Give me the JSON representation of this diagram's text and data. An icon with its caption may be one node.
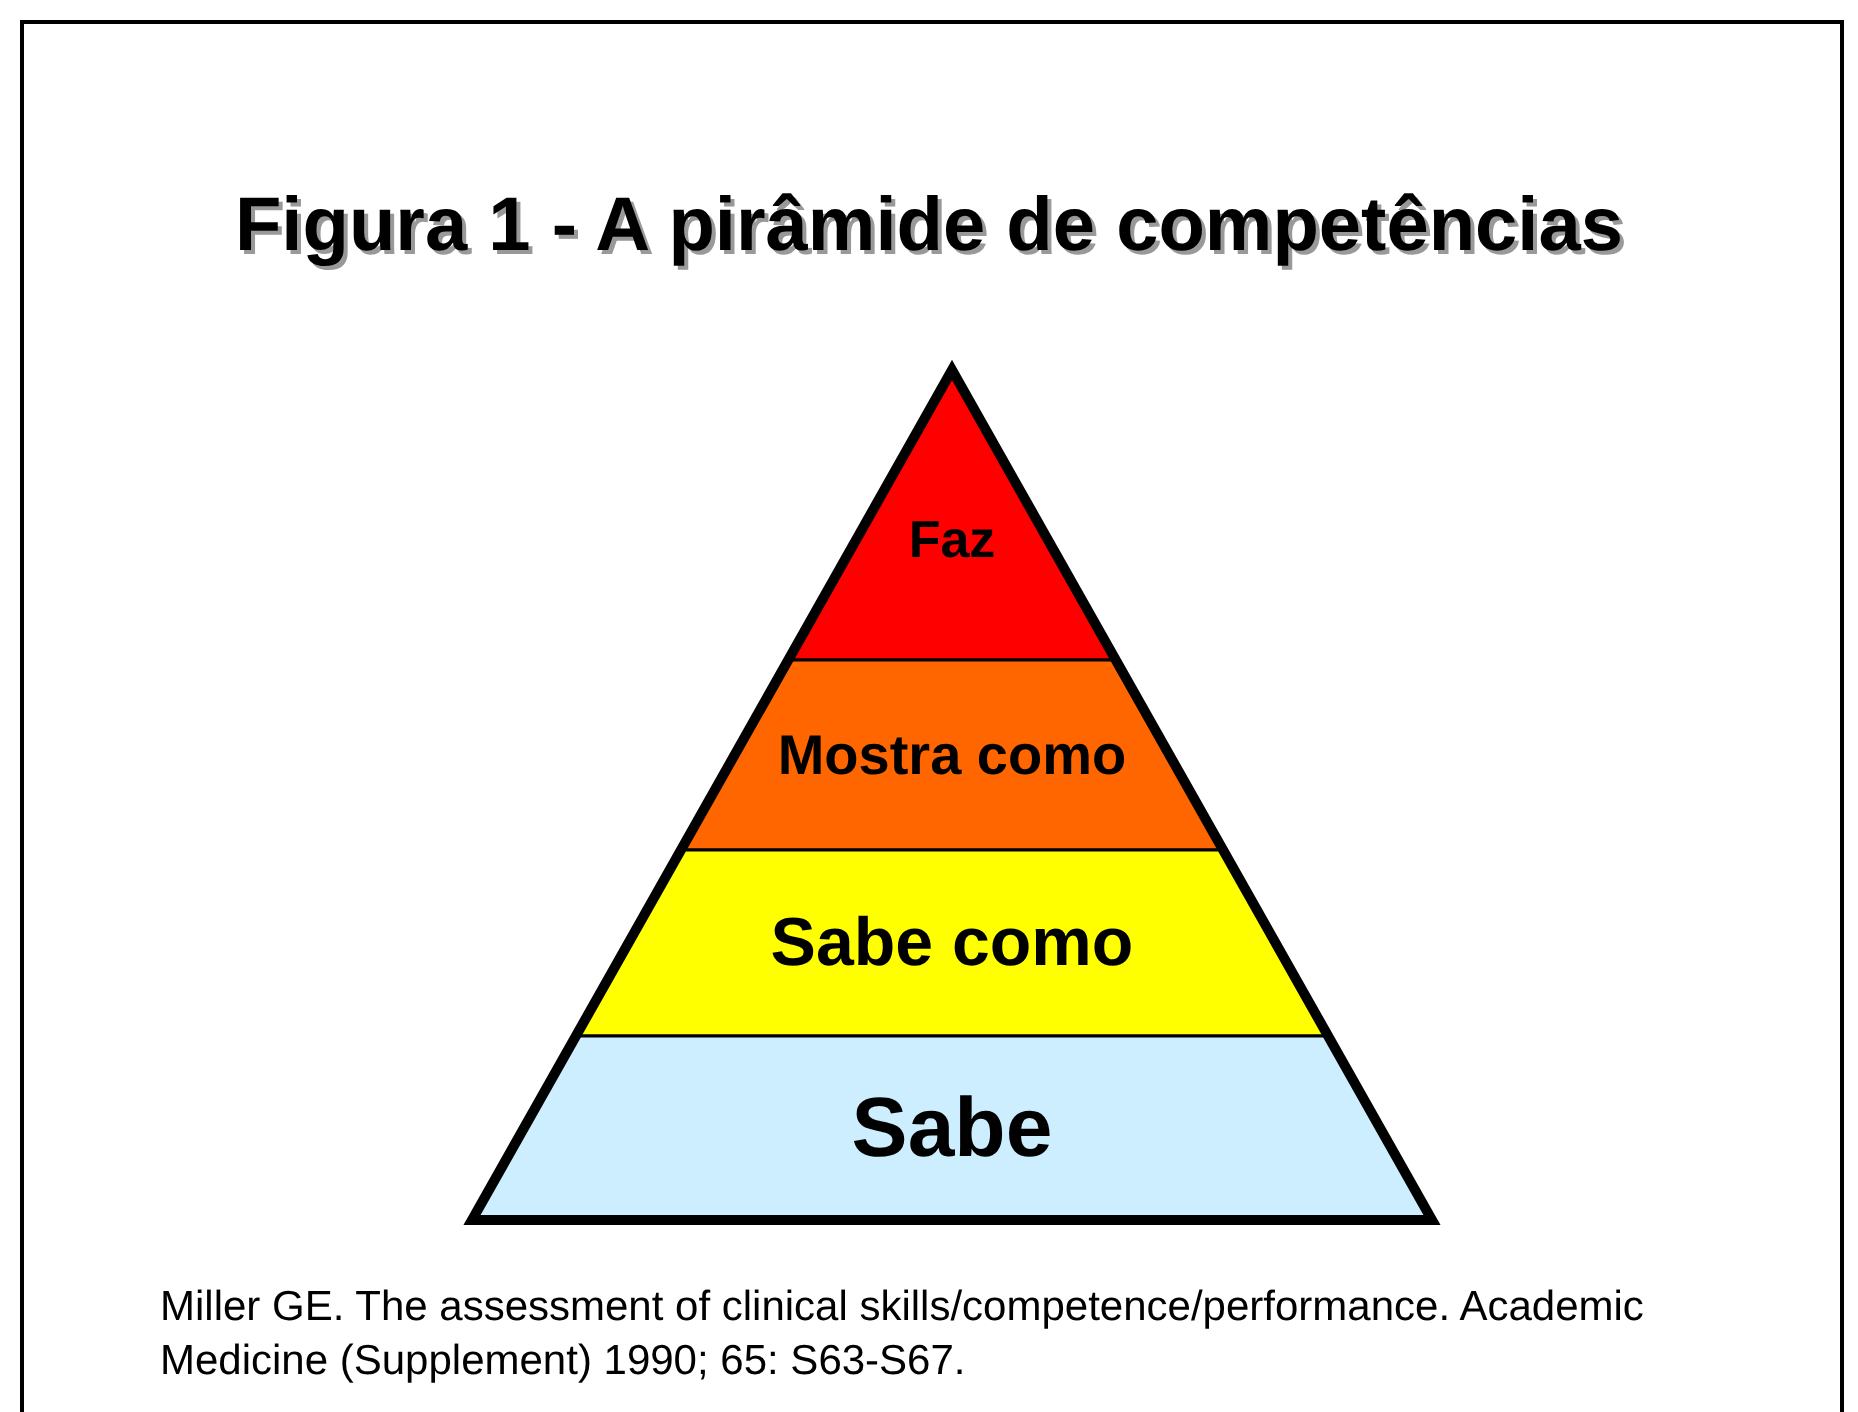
{
  "diagram": {
    "title": "Figura 1 - A pirâmide de competências",
    "nodes": [
      {
        "text": [
          "Faz"
        ]
      },
      {
        "text": [
          "Mostra como"
        ]
      },
      {
        "text": [
          "Sabe como"
        ]
      },
      {
        "text": [
          "Sabe"
        ]
      }
    ],
    "caption": "Miller GE. The assessment of clinical skills/competence/performance. Academic Medicine (Supplement) 1990; 65: S63-S67."
  }
}
